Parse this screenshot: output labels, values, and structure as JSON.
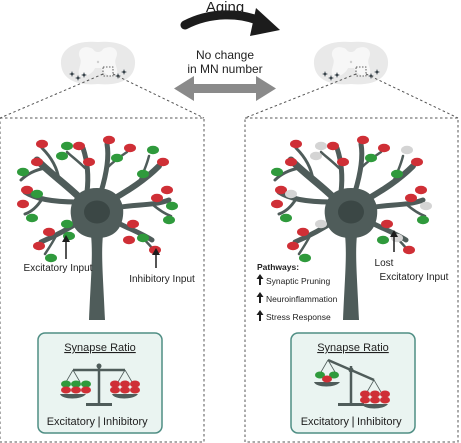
{
  "header": {
    "aging_label": "Aging",
    "no_change_line1": "No change",
    "no_change_line2": "in MN number"
  },
  "left_panel": {
    "excitatory_label": "Excitatory Input",
    "inhibitory_label": "Inhibitory Input",
    "ratio_box": {
      "title": "Synapse Ratio",
      "excitatory": "Excitatory",
      "inhibitory": "Inhibitory",
      "separator": "|"
    }
  },
  "right_panel": {
    "pathways_title": "Pathways:",
    "pathways": [
      "Synaptic Pruning",
      "Neuroinflammation",
      "Stress Response"
    ],
    "lost_label_line1": "Lost",
    "lost_label_line2": "Excitatory Input",
    "ratio_box": {
      "title": "Synapse Ratio",
      "excitatory": "Excitatory",
      "inhibitory": "Inhibitory",
      "separator": "|"
    }
  },
  "colors": {
    "neuron": "#4f5c5a",
    "soma_nucleus": "#3b4745",
    "excitatory_synapse": "#2f9a3c",
    "inhibitory_synapse": "#cf2f36",
    "lost_synapse": "#d4d4d4",
    "ratio_box_fill": "#eaf4f1",
    "ratio_box_border": "#4f8e84",
    "arrow_gray": "#8a8a8a",
    "arrow_black": "#1c1c1c"
  }
}
